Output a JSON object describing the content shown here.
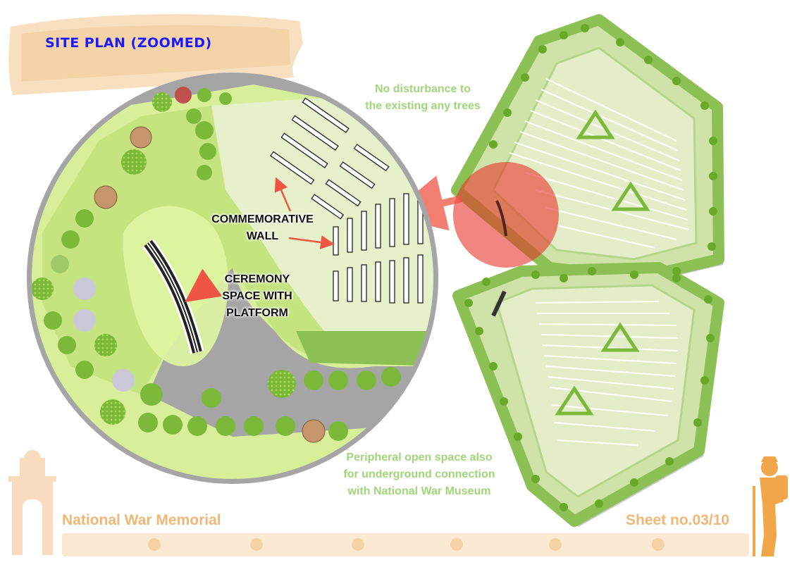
{
  "header": {
    "title": "SITE PLAN (ZOOMED)"
  },
  "notes": {
    "trees_line1": "No disturbance to",
    "trees_line2": "the existing any trees",
    "peripheral_line1": "Peripheral open space also",
    "peripheral_line2": "for underground connection",
    "peripheral_line3": "with National War Museum"
  },
  "labels": {
    "wall_line1": "COMMEMORATIVE",
    "wall_line2": "WALL",
    "ceremony_line1": "CEREMONY",
    "ceremony_line2": "SPACE WITH",
    "ceremony_line3": "PLATFORM"
  },
  "footer": {
    "project": "National War Memorial",
    "sheet": "Sheet no.03/10"
  },
  "colors": {
    "title_blue": "#1a1aff",
    "note_green": "#9fd67a",
    "footer_orange": "#f2b676",
    "highlight_red": "#e8332a",
    "arrow_red": "#ee5544"
  }
}
